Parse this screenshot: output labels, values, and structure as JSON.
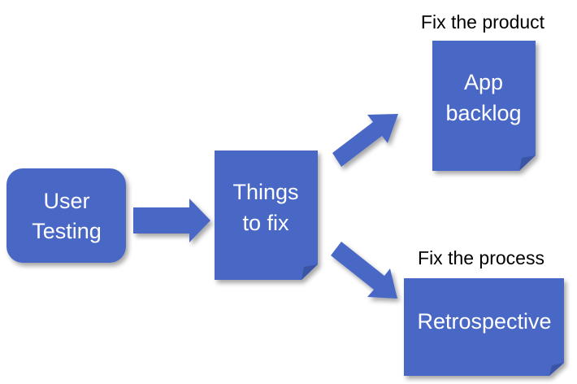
{
  "colors": {
    "fill": "#4A67C6",
    "fill_dark": "#3A54A6",
    "shadow": "#9AA7CF",
    "text_on_fill": "#FFFFFF",
    "caption_text": "#000000"
  },
  "nodes": {
    "user_testing": {
      "line1": "User",
      "line2": "Testing",
      "shape": "rounded-rectangle"
    },
    "things_to_fix": {
      "line1": "Things",
      "line2": "to fix",
      "shape": "folded-corner-note"
    },
    "app_backlog": {
      "line1": "App",
      "line2": "backlog",
      "shape": "folded-corner-note"
    },
    "retrospective": {
      "label": "Retrospective",
      "shape": "folded-corner-note"
    }
  },
  "captions": {
    "fix_product": "Fix the product",
    "fix_process": "Fix the process"
  },
  "edges": [
    {
      "from": "User Testing",
      "to": "Things to fix",
      "icon": "arrow-right-icon"
    },
    {
      "from": "Things to fix",
      "to": "App backlog",
      "icon": "arrow-up-right-icon"
    },
    {
      "from": "Things to fix",
      "to": "Retrospective",
      "icon": "arrow-down-right-icon"
    }
  ]
}
